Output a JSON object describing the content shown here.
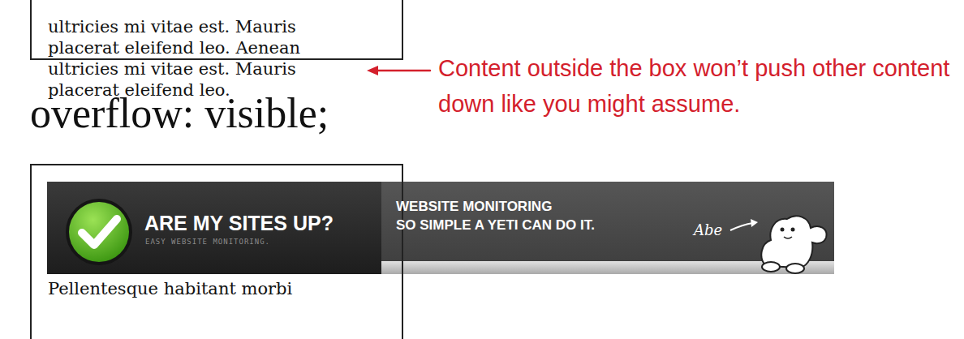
{
  "diagram": {
    "title": "overflow: visible;",
    "nodes": [
      {
        "text": [
          "ultricies mi vitae est. Mauris placerat eleifend leo. Aenean ultricies mi vitae est. Mauris placerat eleifend leo."
        ]
      },
      {
        "text": [
          "Pellentesque habitant morbi"
        ]
      },
      {
        "text": [
          "ARE MY SITES UP?",
          "EASY WEBSITE MONITORING.",
          "WEBSITE MONITORING",
          "SO SIMPLE A YETI CAN DO IT.",
          "Abe"
        ],
        "in": 1
      }
    ],
    "labels": [
      "Content outside the box won’t push other content down like you might assume."
    ]
  }
}
